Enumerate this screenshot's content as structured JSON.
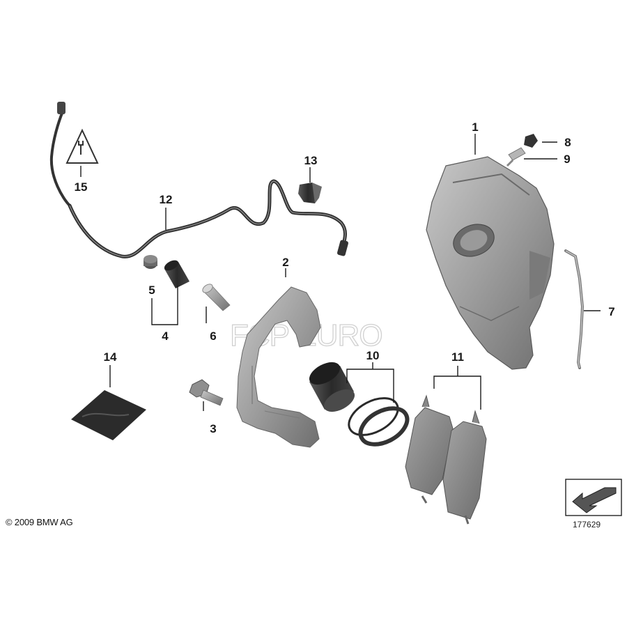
{
  "copyright": "© 2009 BMW AG",
  "diagram_id": "177629",
  "watermark_text": "FCP EURO",
  "callouts": [
    {
      "id": "1",
      "label": "1"
    },
    {
      "id": "2",
      "label": "2"
    },
    {
      "id": "3",
      "label": "3"
    },
    {
      "id": "4",
      "label": "4"
    },
    {
      "id": "5",
      "label": "5"
    },
    {
      "id": "6",
      "label": "6"
    },
    {
      "id": "7",
      "label": "7"
    },
    {
      "id": "8",
      "label": "8"
    },
    {
      "id": "9",
      "label": "9"
    },
    {
      "id": "10",
      "label": "10"
    },
    {
      "id": "11",
      "label": "11"
    },
    {
      "id": "12",
      "label": "12"
    },
    {
      "id": "13",
      "label": "13"
    },
    {
      "id": "14",
      "label": "14"
    },
    {
      "id": "15",
      "label": "15"
    }
  ],
  "colors": {
    "part_gray": "#9a9a9a",
    "part_dark": "#3a3a3a",
    "line": "#1a1a1a"
  }
}
